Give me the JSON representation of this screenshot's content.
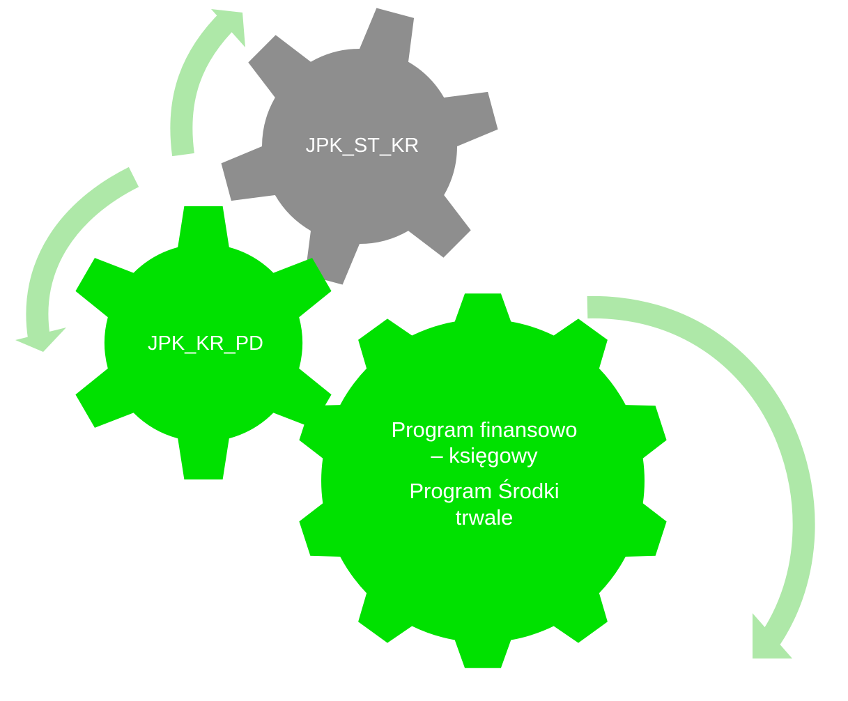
{
  "colors": {
    "gear_green": "#00e100",
    "gear_gray": "#8e8e8e",
    "arrow_green": "#aee8a8",
    "label_text": "#ffffff"
  },
  "gears": {
    "finance": {
      "line1": "Program finansowo",
      "line2": "– księgowy",
      "line3": "Program Środki",
      "line4": "trwale",
      "color": "#00e100"
    },
    "jpk_kr_pd": {
      "label": "JPK_KR_PD",
      "color": "#00e100"
    },
    "jpk_st_kr": {
      "label": "JPK_ST_KR",
      "color": "#8e8e8e"
    }
  },
  "arrows": [
    {
      "name": "cycle-arrow-top",
      "direction": "up"
    },
    {
      "name": "cycle-arrow-left",
      "direction": "down"
    },
    {
      "name": "cycle-arrow-right",
      "direction": "down"
    }
  ]
}
